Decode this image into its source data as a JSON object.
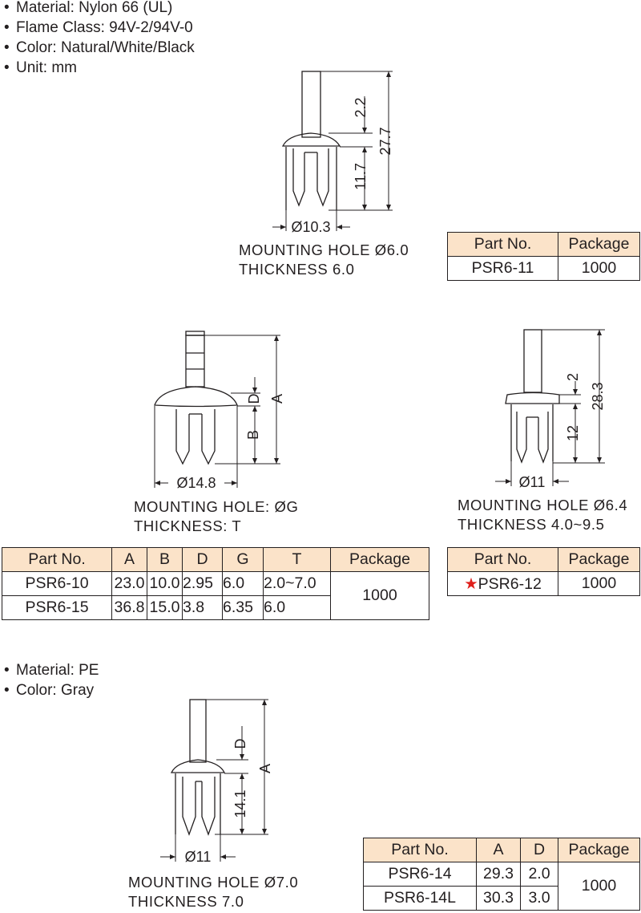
{
  "spec_group_1": {
    "items": [
      "Material: Nylon 66 (UL)",
      "Flame Class: 94V-2/94V-0",
      "Color: Natural/White/Black",
      "Unit: mm"
    ]
  },
  "spec_group_2": {
    "items": [
      "Material: PE",
      "Color: Gray"
    ]
  },
  "psr6_11": {
    "dims": {
      "head": "2.2",
      "total": "27.7",
      "leg": "11.7",
      "dia": "Ø10.3"
    },
    "note": [
      "MOUNTING HOLE Ø6.0",
      "THICKNESS 6.0"
    ],
    "table": {
      "headers": [
        "Part No.",
        "Package"
      ],
      "rows": [
        [
          "PSR6-11",
          "1000"
        ]
      ]
    }
  },
  "psr6_10": {
    "dims": {
      "d": "D",
      "a": "A",
      "b": "B",
      "dia": "Ø14.8"
    },
    "note": [
      "MOUNTING HOLE: ØG",
      "THICKNESS: T"
    ],
    "table": {
      "headers": [
        "Part No.",
        "A",
        "B",
        "D",
        "G",
        "T",
        "Package"
      ],
      "rows": [
        [
          "PSR6-10",
          "23.0",
          "10.0",
          "2.95",
          "6.0",
          "2.0~7.0",
          "1000"
        ],
        [
          "PSR6-15",
          "36.8",
          "15.0",
          "3.8",
          "6.35",
          "6.0"
        ]
      ]
    }
  },
  "psr6_12": {
    "dims": {
      "head": "2",
      "total": "28.3",
      "leg": "12",
      "dia": "Ø11"
    },
    "note": [
      "MOUNTING HOLE Ø6.4",
      "THICKNESS 4.0~9.5"
    ],
    "table": {
      "headers": [
        "Part No.",
        "Package"
      ],
      "rows": [
        [
          "PSR6-12",
          "1000"
        ]
      ],
      "star": "★"
    }
  },
  "psr6_14": {
    "dims": {
      "d": "D",
      "a": "A",
      "leg": "14.1",
      "dia": "Ø11"
    },
    "note": [
      "MOUNTING HOLE Ø7.0",
      "THICKNESS 7.0"
    ],
    "table": {
      "headers": [
        "Part No.",
        "A",
        "D",
        "Package"
      ],
      "rows": [
        [
          "PSR6-14",
          "29.3",
          "2.0",
          "1000"
        ],
        [
          "PSR6-14L",
          "30.3",
          "3.0"
        ]
      ]
    }
  }
}
